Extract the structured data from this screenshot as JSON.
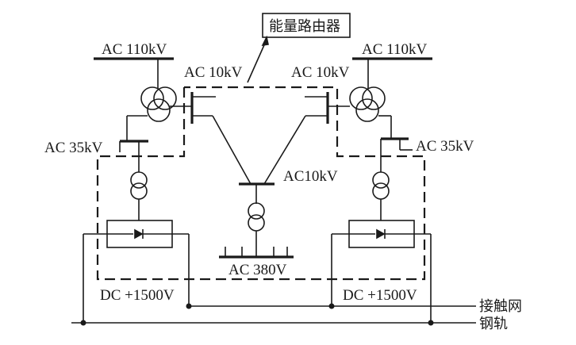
{
  "labels": {
    "energy_router": "能量路由器",
    "ac110_left": "AC 110kV",
    "ac110_right": "AC 110kV",
    "ac10_left": "AC 10kV",
    "ac10_right": "AC 10kV",
    "ac10_center": "AC10kV",
    "ac35_left": "AC 35kV",
    "ac35_right": "AC 35kV",
    "ac380": "AC  380V",
    "dc_left": "DC +1500V",
    "dc_right": "DC +1500V",
    "catenary": "接触网",
    "rail": "钢轨"
  }
}
